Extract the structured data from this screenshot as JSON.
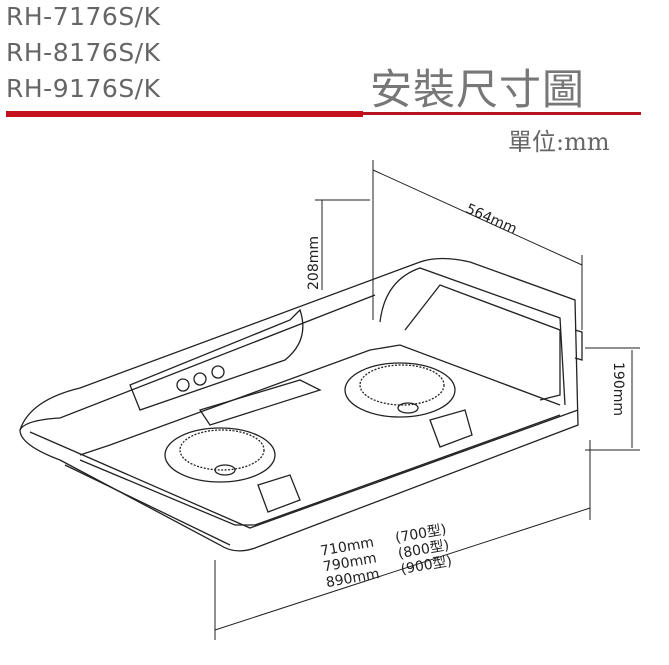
{
  "header": {
    "models": [
      "RH-7176S/K",
      "RH-8176S/K",
      "RH-9176S/K"
    ],
    "title": "安裝尺寸圖",
    "unit": "單位:mm",
    "accent_color": "#c4111c"
  },
  "dimensions": {
    "depth": "564mm",
    "height_back": "208mm",
    "height_front": "190mm",
    "widths": [
      {
        "value": "710mm",
        "model": "(700型)"
      },
      {
        "value": "790mm",
        "model": "(800型)"
      },
      {
        "value": "890mm",
        "model": "(900型)"
      }
    ]
  }
}
